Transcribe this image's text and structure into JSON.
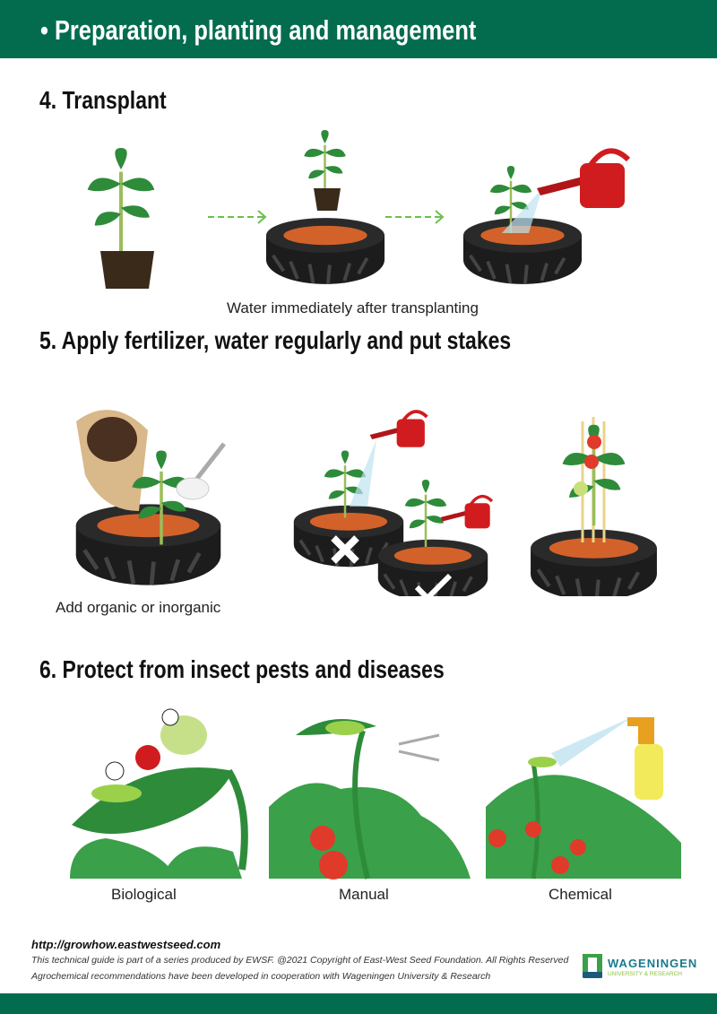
{
  "header": {
    "title": "• Preparation, planting and management"
  },
  "sections": [
    {
      "title": "4. Transplant",
      "caption": "Water immediately after transplanting"
    },
    {
      "title": "5. Apply fertilizer, water regularly and put stakes",
      "caption": "Add organic or inorganic"
    },
    {
      "title": "6. Protect from insect pests and diseases",
      "captions": [
        "Biological",
        "Manual",
        "Chemical"
      ]
    }
  ],
  "footer": {
    "url": "http://growhow.eastwestseed.com",
    "line1": "This technical guide is part of a series produced by EWSF.  @2021 Copyright of East-West Seed Foundation. All Rights Reserved",
    "line2": "Agrochemical recommendations have been developed in cooperation with Wageningen University & Research",
    "logo_name": "WAGENINGEN",
    "logo_sub": "UNIVERSITY & RESEARCH"
  },
  "colors": {
    "brand_green": "#036c4f",
    "tire": "#1c1c1c",
    "soil": "#d2622a",
    "can_red": "#d01c1f",
    "leaf": "#2e8b3a"
  }
}
